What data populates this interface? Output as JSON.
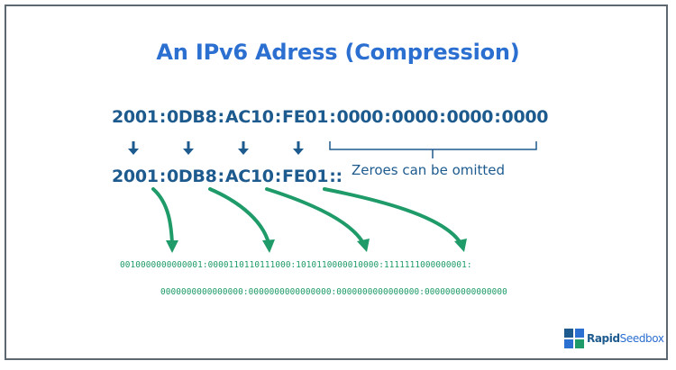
{
  "title": "An IPv6 Adress (Compression)",
  "full_address": {
    "groups": [
      "2001",
      "0DB8",
      "AC10",
      "FE01",
      "0000",
      "0000",
      "0000",
      "0000"
    ],
    "separator": ":"
  },
  "compressed_address": {
    "groups": [
      "2001",
      "0DB8",
      "AC10",
      "FE01"
    ],
    "separator": ":",
    "suffix": "::"
  },
  "note": "Zeroes can be omitted",
  "binary": {
    "line1": "0010000000000001:0000110110111000:1010110000010000:1111111000000001:",
    "line2": "0000000000000000:0000000000000000:0000000000000000:0000000000000000"
  },
  "logo": {
    "part1": "Rapid",
    "part2": "Seedbox"
  },
  "colors": {
    "title": "#2b6fd1",
    "address": "#1d5a8e",
    "binary": "#1e9b68",
    "frame": "#5d6770"
  }
}
